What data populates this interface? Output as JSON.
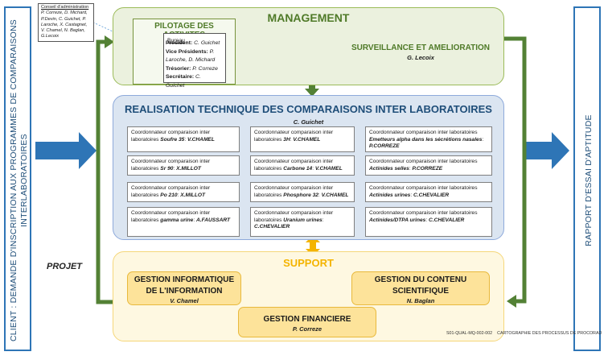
{
  "left_label": "CLIENT : DEMANDE D'INSCRIPTION AUX PROGRAMMES DE COMPARAISONS INTERLABORATOIRES",
  "right_label": "RAPPORT D'ESSAI D'APTITUDE",
  "projet": "PROJET",
  "conseil": {
    "title": "Conseil d'administration",
    "members": "P. Correze, D. Michard, P.Devin, C. Guichet, P. Laroche, X. Castagnet, V. Chamel, N. Baglan, G.Lecoix"
  },
  "management": {
    "title": "MANAGEMENT",
    "pilotage_title": "PILOTAGE DES ACTIVITES",
    "bureau": {
      "title": "Bureau",
      "lines": [
        {
          "role": "Président:",
          "name": "C. Guichet"
        },
        {
          "role": "Vice Présidents:",
          "name": "P. Laroche, D. Michard"
        },
        {
          "role": "Trésorier:",
          "name": "P. Correze"
        },
        {
          "role": "Secrétaire:",
          "name": "C. Guichet"
        }
      ]
    },
    "surveillance_title": "SURVEILLANCE ET AMELIORATION",
    "surveillance_name": "G. Lecoix"
  },
  "realisation": {
    "title": "REALISATION TECHNIQUE DES COMPARAISONS INTER LABORATOIRES",
    "lead": "C. Guichet",
    "boxes": [
      {
        "pre": "Coordonnateur comparaison inter laboratoires",
        "subject": "Soufre 35",
        "name": "V.CHAMEL"
      },
      {
        "pre": "Coordonnateur comparaison inter laboratoires",
        "subject": "3H",
        "name": "V.CHAMEL"
      },
      {
        "pre": "Coordonnateur comparaison inter laboratoires",
        "subject": "Emetteurs alpha dans les sécrétions nasales",
        "name": "P.CORREZE"
      },
      {
        "pre": "Coordonnateur comparaison inter laboratoires",
        "subject": "Sr 90",
        "name": "X.MILLOT"
      },
      {
        "pre": "Coordonnateur comparaison inter laboratoires",
        "subject": "Carbone 14",
        "name": "V.CHAMEL"
      },
      {
        "pre": "Coordonnateur comparaison inter laboratoires",
        "subject": "Actinides selles",
        "name": "P.CORREZE"
      },
      {
        "pre": "Coordonnateur comparaison inter laboratoires",
        "subject": "Po 210",
        "name": "X.MILLOT"
      },
      {
        "pre": "Coordonnateur comparaison inter laboratoires",
        "subject": "Phosphore 32",
        "name": "V.CHAMEL"
      },
      {
        "pre": "Coordonnateur comparaison inter laboratoires",
        "subject": "Actinides urines",
        "name": "C.CHEVALIER"
      },
      {
        "pre": "Coordonnateur comparaison inter laboratoires",
        "subject": "gamma urine",
        "name": "A.FAUSSART"
      },
      {
        "pre": "Coordonnateur comparaison inter laboratoires",
        "subject": "Uranium urines",
        "name": "C.CHEVALIER"
      },
      {
        "pre": "Coordonnateur comparaison inter laboratoires",
        "subject": "Actinides/DTPA urines",
        "name": "C.CHEVALIER"
      }
    ]
  },
  "support": {
    "title": "SUPPORT",
    "informatique": {
      "title": "GESTION INFORMATIQUE DE L'INFORMATION",
      "name": "V. Chamel"
    },
    "contenu": {
      "title": "GESTION DU CONTENU SCIENTIFIQUE",
      "name": "N. Baglan"
    },
    "financiere": {
      "title": "GESTION FINANCIERE",
      "name": "P. Correze"
    }
  },
  "footer": {
    "ref": "S01-QUAL-MQ-002-002",
    "caption": "CARTOGRAPHIE DES PROCESSUS DE PROCORAD"
  },
  "colors": {
    "green_arrow": "#538135",
    "blue_arrow": "#2e75b6",
    "gold_arrow": "#f4b400"
  }
}
